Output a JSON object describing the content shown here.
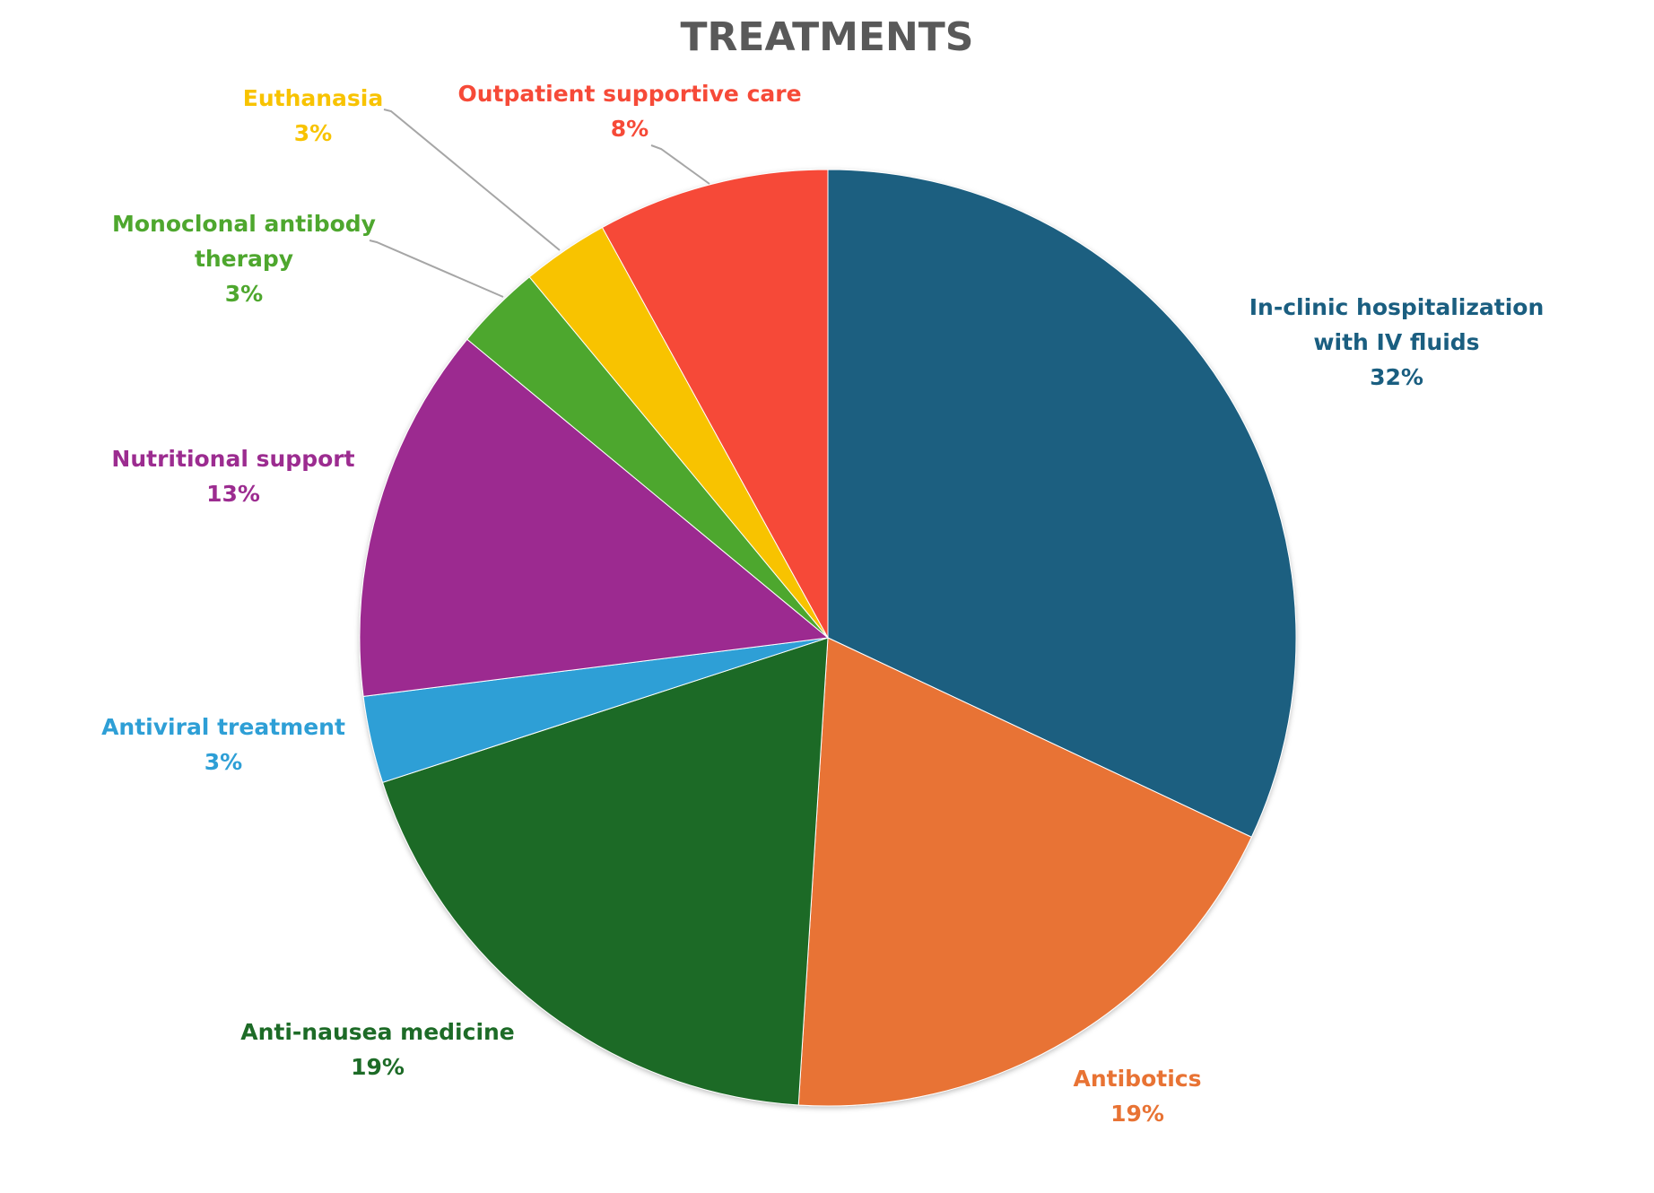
{
  "chart_data": {
    "type": "pie",
    "title": "TREATMENTS",
    "slices": [
      {
        "label": [
          "In-clinic hospitalization",
          "with IV fluids"
        ],
        "value": 32,
        "value_label": "32%",
        "color": "#1a5e80"
      },
      {
        "label": [
          "Antibotics"
        ],
        "value": 19,
        "value_label": "19%",
        "color": "#e87334"
      },
      {
        "label": [
          "Anti-nausea medicine"
        ],
        "value": 19,
        "value_label": "19%",
        "color": "#1d6b27"
      },
      {
        "label": [
          "Antiviral treatment"
        ],
        "value": 3,
        "value_label": "3%",
        "color": "#2e9fd6"
      },
      {
        "label": [
          "Nutritional support"
        ],
        "value": 13,
        "value_label": "13%",
        "color": "#9c2c90"
      },
      {
        "label": [
          "Monoclonal antibody",
          "therapy"
        ],
        "value": 3,
        "value_label": "3%",
        "color": "#4ea72e"
      },
      {
        "label": [
          "Euthanasia"
        ],
        "value": 3,
        "value_label": "3%",
        "color": "#f8c301"
      },
      {
        "label": [
          "Outpatient supportive care"
        ],
        "value": 8,
        "value_label": "8%",
        "color": "#f64a38"
      }
    ],
    "start_angle": "12 o'clock",
    "direction": "clockwise",
    "legend": "none",
    "data_labels": "category name and percentage, colored to match slice"
  }
}
